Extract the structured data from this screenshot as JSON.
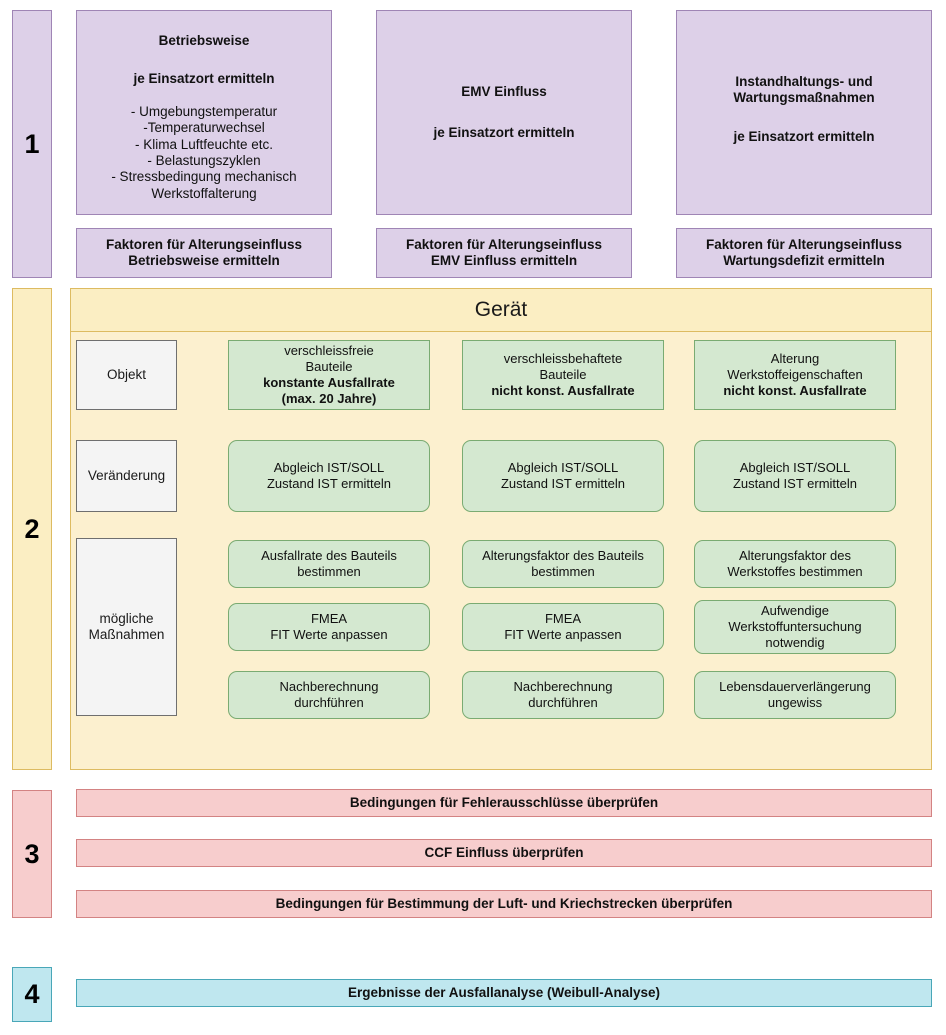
{
  "diagram": {
    "stages": [
      {
        "marker": "1"
      },
      {
        "marker": "2"
      },
      {
        "marker": "3"
      },
      {
        "marker": "4"
      }
    ]
  },
  "stage1": {
    "columns": [
      {
        "title": "Betriebsweise",
        "subtitle": "je Einsatzort ermitteln",
        "bullets": "- Umgebungstemperatur\n-Temperaturwechsel\n- Klima Luftfeuchte etc.\n- Belastungszyklen\n- Stressbedingung mechanisch\nWerkstoffalterung",
        "footer": "Faktoren für Alterungseinfluss\nBetriebsweise ermitteln"
      },
      {
        "title": "EMV Einfluss",
        "subtitle": "je Einsatzort ermitteln",
        "bullets": "",
        "footer": "Faktoren für Alterungseinfluss\nEMV Einfluss ermitteln"
      },
      {
        "title": "Instandhaltungs- und\nWartungsmaßnahmen",
        "subtitle": "je Einsatzort ermitteln",
        "bullets": "",
        "footer": "Faktoren für Alterungseinfluss\nWartungsdefizit ermitteln"
      }
    ]
  },
  "stage2": {
    "header": "Gerät",
    "row_labels": [
      "Objekt",
      "Veränderung",
      "mögliche\nMaßnahmen"
    ],
    "objekt": [
      {
        "normal": "verschleissfreie\nBauteile",
        "strong": "konstante Ausfallrate\n(max. 20 Jahre)"
      },
      {
        "normal": "verschleissbehaftete\nBauteile",
        "strong": "nicht konst. Ausfallrate"
      },
      {
        "normal": "Alterung\nWerkstoffeigenschaften",
        "strong": "nicht konst. Ausfallrate"
      }
    ],
    "veraenderung": [
      "Abgleich IST/SOLL\nZustand IST ermitteln",
      "Abgleich IST/SOLL\nZustand IST ermitteln",
      "Abgleich IST/SOLL\nZustand IST ermitteln"
    ],
    "massnahmen": [
      [
        "Ausfallrate des Bauteils\nbestimmen",
        "FMEA\nFIT Werte anpassen",
        "Nachberechnung\ndurchführen"
      ],
      [
        "Alterungsfaktor des Bauteils\nbestimmen",
        "FMEA\nFIT Werte anpassen",
        "Nachberechnung\ndurchführen"
      ],
      [
        "Alterungsfaktor des\nWerkstoffes bestimmen",
        "Aufwendige\nWerkstoffuntersuchung\nnotwendig",
        "Lebensdauerverlängerung\nungewiss"
      ]
    ]
  },
  "stage3": {
    "bars": [
      "Bedingungen für Fehlerausschlüsse überprüfen",
      "CCF Einfluss überprüfen",
      "Bedingungen für Bestimmung der Luft- und Kriechstrecken überprüfen"
    ]
  },
  "stage4": {
    "bars": [
      "Ergebnisse der Ausfallanalyse (Weibull-Analyse)"
    ]
  },
  "colors": {
    "purple_fill": "#ddd0e8",
    "purple_border": "#9f85b5",
    "yellow_fill": "#fcf0cf",
    "yellow_header": "#fbeec3",
    "yellow_border": "#ddbb61",
    "green_fill": "#d4e8d0",
    "green_border": "#7aab72",
    "gray_fill": "#f4f4f4",
    "gray_border": "#6f6f6f",
    "pink_fill": "#f7cdcd",
    "pink_border": "#d38383",
    "cyan_fill": "#bfe7ef",
    "cyan_border": "#49a7b8"
  }
}
